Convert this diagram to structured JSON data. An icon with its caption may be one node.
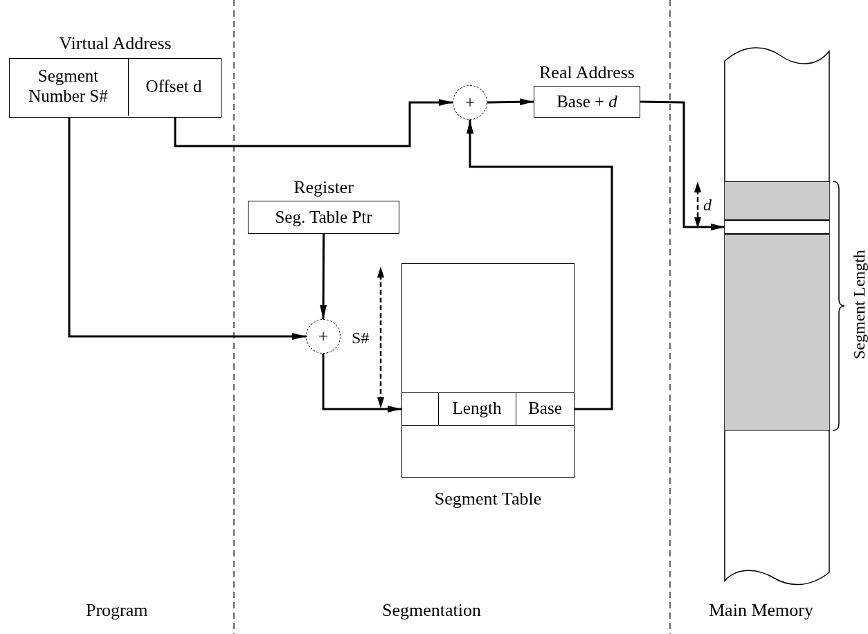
{
  "diagram": {
    "nodes": [
      {
        "text": [
          "Virtual Address"
        ]
      },
      {
        "text": [
          "Segment Number S#"
        ],
        "in": 0
      },
      {
        "text": [
          "Offset d"
        ],
        "in": 0
      },
      {
        "text": [
          "Register",
          "Seg. Table Ptr"
        ]
      },
      {
        "text": [
          "+"
        ]
      },
      {
        "text": [
          "+"
        ]
      },
      {
        "text": [
          "Real Address",
          "Base + *d*"
        ]
      },
      {
        "text": [
          "Segment Table"
        ]
      },
      {
        "text": [],
        "shape": "box",
        "in": 7
      },
      {
        "text": [
          "Length"
        ],
        "in": 7
      },
      {
        "text": [
          "Base"
        ],
        "in": 7
      },
      {
        "text": [],
        "shape": "bar"
      },
      {
        "text": [],
        "shape": "box",
        "in": 11
      },
      {
        "text": [],
        "shape": "box",
        "in": 11
      },
      {
        "text": [],
        "shape": "box",
        "in": 11
      }
    ],
    "edges": [
      {
        "from": 1,
        "to": 5,
        "arrow": "to"
      },
      {
        "from": 2,
        "to": 4,
        "arrow": "to"
      },
      {
        "from": 3,
        "to": 5,
        "arrow": "to"
      },
      {
        "from": 5,
        "to": 8,
        "arrow": "to"
      },
      {
        "from": 10,
        "to": 4,
        "arrow": "to"
      },
      {
        "from": 4,
        "to": 6,
        "arrow": "to"
      },
      {
        "from": 6,
        "to": 13,
        "arrow": "to"
      }
    ],
    "labels": [
      "d",
      "S#",
      "Segment Length",
      "Program",
      "Segmentation",
      "Main Memory"
    ]
  }
}
